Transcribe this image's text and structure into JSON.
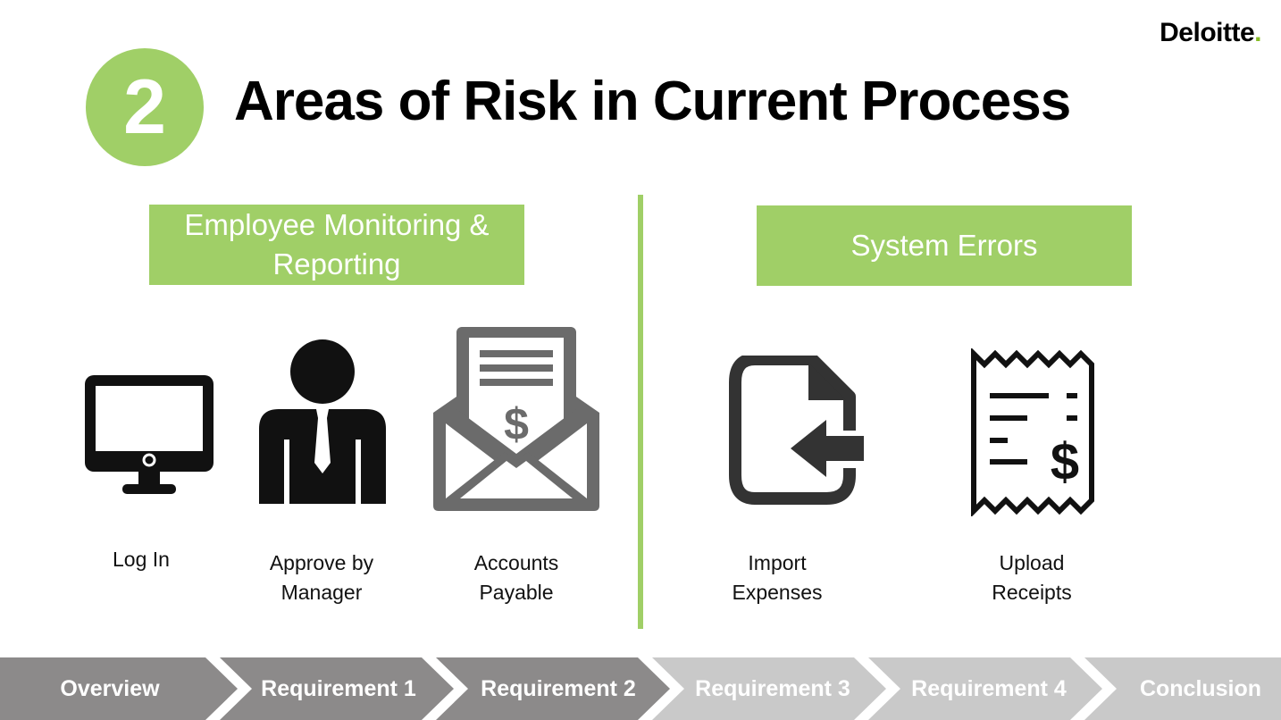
{
  "brand": {
    "logo_text": "Deloitte",
    "logo_dot": ".",
    "accent_color": "#86bc25"
  },
  "header": {
    "step_number": "2",
    "title": "Areas of Risk in Current Process"
  },
  "categories": [
    {
      "label": "Employee Monitoring &\nReporting"
    },
    {
      "label": "System Errors"
    }
  ],
  "items": [
    {
      "icon": "monitor-icon",
      "label": "Log In"
    },
    {
      "icon": "manager-icon",
      "label": "Approve by\nManager"
    },
    {
      "icon": "envelope-dollar-icon",
      "label": "Accounts\nPayable"
    },
    {
      "icon": "file-import-icon",
      "label": "Import\nExpenses"
    },
    {
      "icon": "receipt-icon",
      "label": "Upload\nReceipts"
    }
  ],
  "colors": {
    "green": "#a0cf67",
    "nav_dark": "#8c8a8a",
    "nav_light": "#c9c9c9"
  },
  "nav": [
    {
      "label": "Overview",
      "state": "done"
    },
    {
      "label": "Requirement 1",
      "state": "done"
    },
    {
      "label": "Requirement 2",
      "state": "current"
    },
    {
      "label": "Requirement 3",
      "state": "upcoming"
    },
    {
      "label": "Requirement 4",
      "state": "upcoming"
    },
    {
      "label": "Conclusion",
      "state": "upcoming"
    }
  ]
}
